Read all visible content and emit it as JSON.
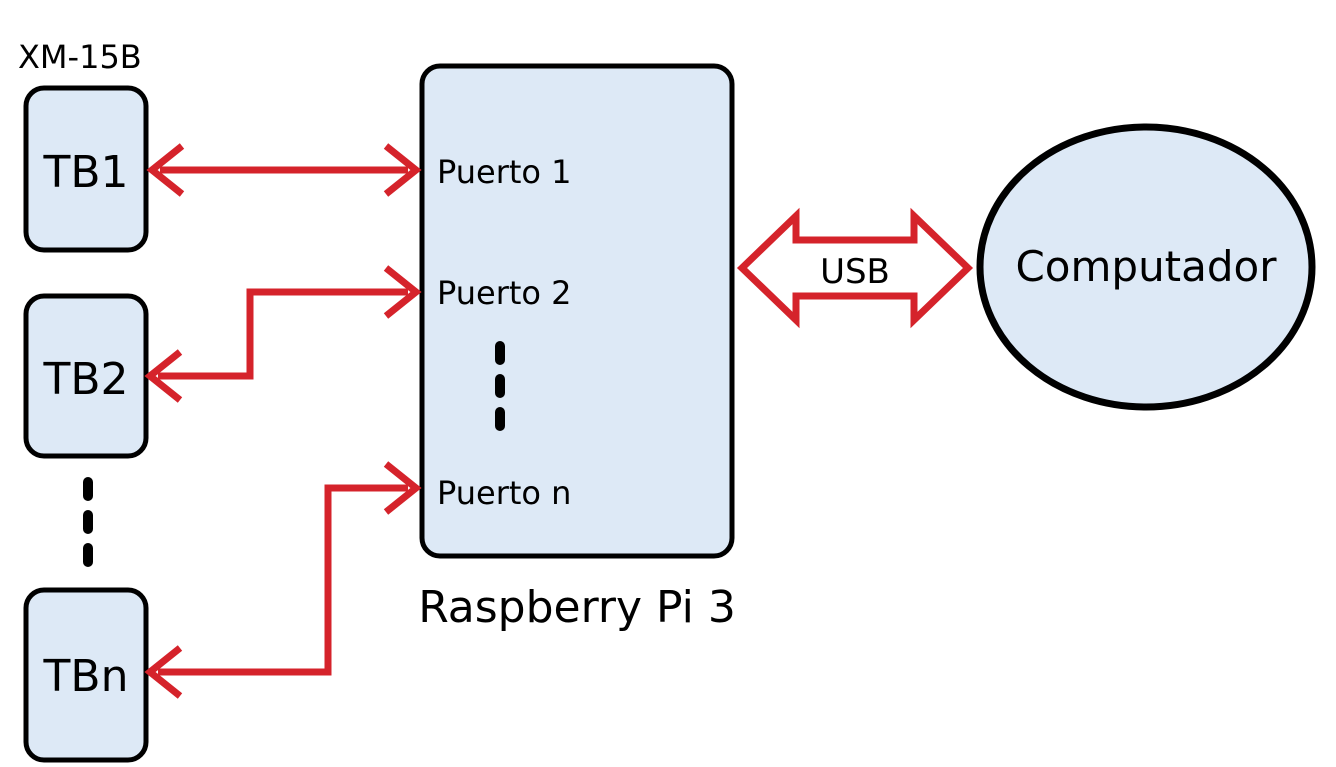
{
  "group_label": "XM-15B",
  "devices": [
    {
      "label": "TB1"
    },
    {
      "label": "TB2"
    },
    {
      "label": "TBn"
    }
  ],
  "controller": {
    "label": "Raspberry Pi 3",
    "ports": [
      {
        "label": "Puerto 1"
      },
      {
        "label": "Puerto 2"
      },
      {
        "label": "Puerto n"
      }
    ]
  },
  "link": {
    "label": "USB"
  },
  "host": {
    "label": "Computador"
  },
  "colors": {
    "box_fill": "#dde9f6",
    "outline": "#000000",
    "connector": "#d5232b"
  },
  "icons": [
    "continuation-dots-icon"
  ]
}
